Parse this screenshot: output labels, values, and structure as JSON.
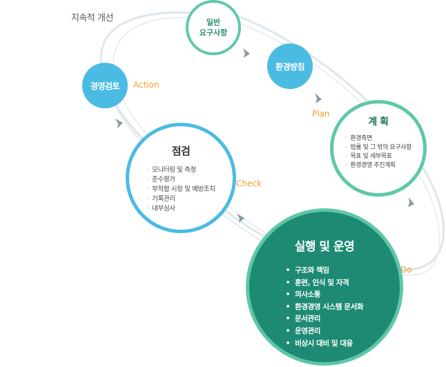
{
  "header": {
    "title": "지속적 개선"
  },
  "stages": {
    "action": "Action",
    "plan": "Plan",
    "check": "Check",
    "do": "Do"
  },
  "nodes": {
    "general_requirements": {
      "line1": "일반",
      "line2": "요구사항"
    },
    "environmental_policy": {
      "label": "환경방침"
    },
    "management_review": {
      "label": "경영검토"
    },
    "planning": {
      "title": "계 획",
      "items": [
        "환경측면",
        "법률 및 그 밖의 요구사항",
        "목표 및 세부목표",
        "환경경영 추진계획"
      ]
    },
    "checking": {
      "title": "점검",
      "items": [
        "모니터링 및 측정",
        "준수평가",
        "부적합 시정 및 예방조치",
        "기록관리",
        "내부심사"
      ]
    },
    "implementation": {
      "title": "실행 및 운영",
      "items": [
        "구조와 책임",
        "훈련, 인식 및 자격",
        "의사소통",
        "환경경영 시스템 문서화",
        "문서관리",
        "운영관리",
        "비상시 대비 및 대응"
      ]
    }
  },
  "colors": {
    "light_blue": "#4bbbe3",
    "teal_ring": "#5fc7a9",
    "dark_teal": "#1e8a73",
    "stage_orange": "#f0a030",
    "loop_line": "#dde6ea",
    "arrow": "#8c9aa3"
  },
  "icons": {
    "flow_arrow": "chevron-arrow-icon"
  }
}
